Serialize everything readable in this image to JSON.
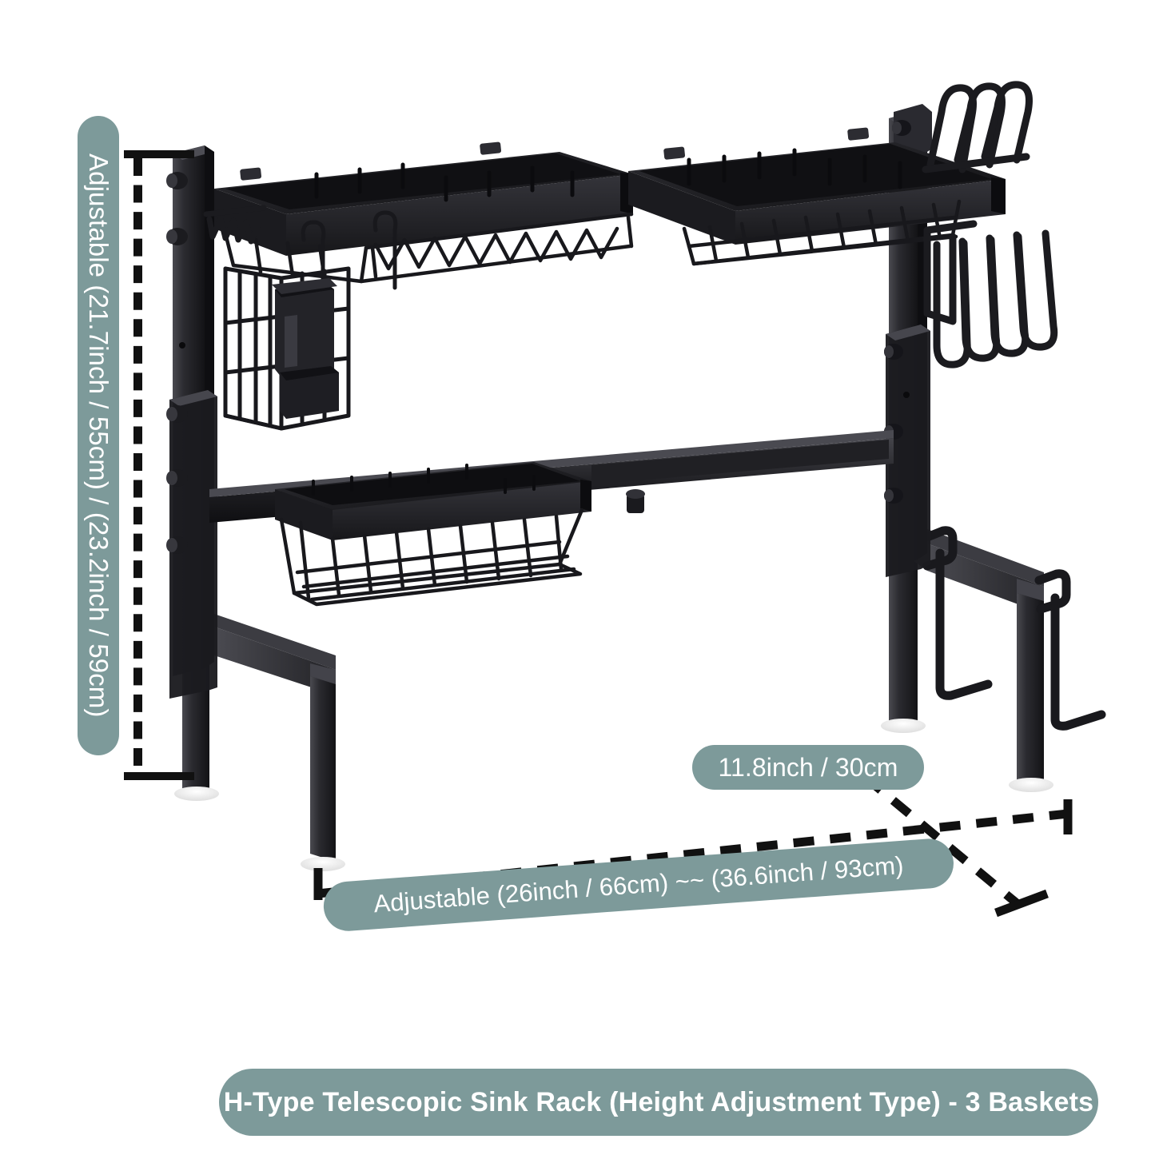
{
  "background_color": "#ffffff",
  "accent_color": "#7d9a9a",
  "line_color": "#111111",
  "product_color": "#26262a",
  "labels": {
    "height": "Adjustable (21.7inch / 55cm) / (23.2inch / 59cm)",
    "depth": "11.8inch / 30cm",
    "width": "Adjustable (26inch / 66cm) ~~ (36.6inch / 93cm)"
  },
  "title": "H-Type Telescopic Sink Rack (Height Adjustment Type) - 3 Baskets",
  "product": {
    "type": "over-the-sink dish drying rack",
    "frame_style": "H-Type",
    "adjustable": true,
    "basket_count": 3,
    "components": [
      "upper-left-tray",
      "upper-right-tray",
      "upper-left-wire-basket",
      "upper-right-wire-basket",
      "lower-center-tray",
      "lower-center-wire-basket",
      "hanging-utensil-cage",
      "cutlery-cup",
      "drip-tray",
      "left-post",
      "right-post",
      "telescopic-crossbar",
      "left-leg-frame",
      "right-leg-frame",
      "knife-lid-holder-top",
      "knife-lid-holder-bottom",
      "hook-rail",
      "towel-bar",
      "rubber-feet"
    ]
  },
  "dimensions": {
    "height_min_inch": 21.7,
    "height_min_cm": 55,
    "height_max_inch": 23.2,
    "height_max_cm": 59,
    "depth_inch": 11.8,
    "depth_cm": 30,
    "width_min_inch": 26,
    "width_min_cm": 66,
    "width_max_inch": 36.6,
    "width_max_cm": 93
  }
}
